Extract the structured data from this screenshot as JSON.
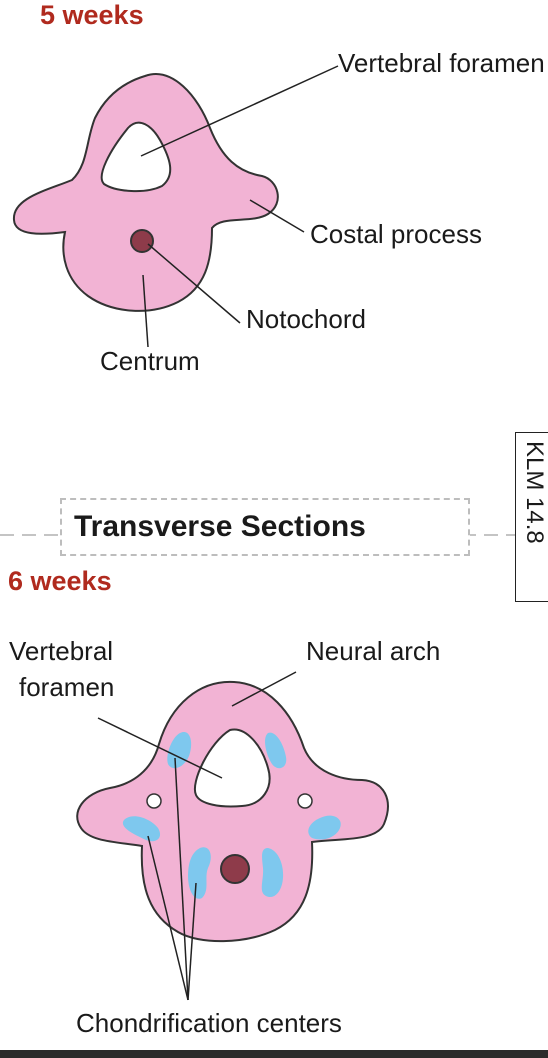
{
  "top": {
    "title": "5 weeks",
    "labels": {
      "vertebral_foramen": "Vertebral foramen",
      "costal_process": "Costal process",
      "notochord": "Notochord",
      "centrum": "Centrum"
    }
  },
  "banner": {
    "text": "Transverse Sections"
  },
  "side_tag": {
    "text": "KLM 14.8"
  },
  "bottom": {
    "title": "6 weeks",
    "labels": {
      "vertebral_foramen_line1": "Vertebral",
      "vertebral_foramen_line2": "foramen",
      "neural_arch": "Neural arch",
      "chondrification_centers": "Chondrification centers"
    }
  },
  "colors": {
    "title_red": "#b02a1e",
    "tissue_pink": "#f2b3d4",
    "notochord": "#8e3b4a",
    "chondrification": "#7ec8ee"
  }
}
